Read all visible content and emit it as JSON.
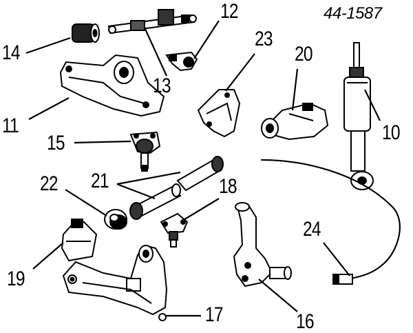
{
  "diagram": {
    "code": "44-1587",
    "labels": {
      "l10": "10",
      "l11": "11",
      "l12": "12",
      "l13": "13",
      "l14": "14",
      "l15": "15",
      "l16": "16",
      "l17": "17",
      "l18": "18",
      "l19": "19",
      "l20": "20",
      "l21": "21",
      "l22": "22",
      "l23": "23",
      "l24": "24"
    }
  }
}
